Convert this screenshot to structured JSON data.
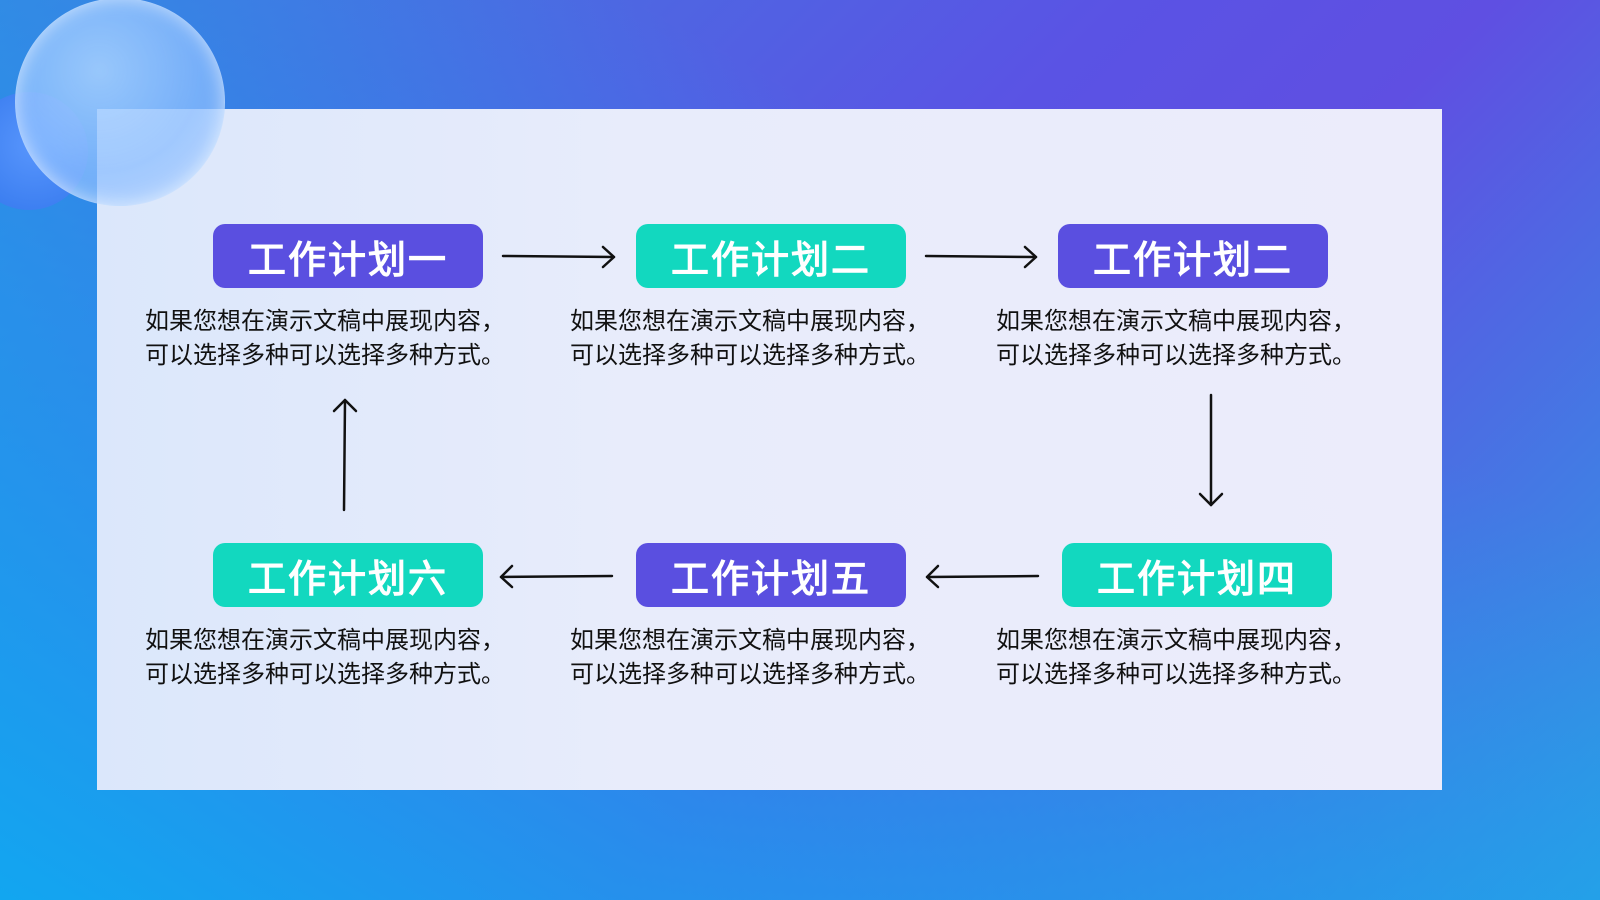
{
  "colors": {
    "purple": "#5a4fe0",
    "teal": "#12d8bf",
    "panel": "#e8ecfb",
    "arrow": "#111111"
  },
  "steps": [
    {
      "label": "工作计划一",
      "color": "purple",
      "line1": "如果您想在演示文稿中展现内容，",
      "line2": "可以选择多种可以选择多种方式。"
    },
    {
      "label": "工作计划二",
      "color": "teal",
      "line1": "如果您想在演示文稿中展现内容，",
      "line2": "可以选择多种可以选择多种方式。"
    },
    {
      "label": "工作计划二",
      "color": "purple",
      "line1": "如果您想在演示文稿中展现内容，",
      "line2": "可以选择多种可以选择多种方式。"
    },
    {
      "label": "工作计划四",
      "color": "teal",
      "line1": "如果您想在演示文稿中展现内容，",
      "line2": "可以选择多种可以选择多种方式。"
    },
    {
      "label": "工作计划五",
      "color": "purple",
      "line1": "如果您想在演示文稿中展现内容，",
      "line2": "可以选择多种可以选择多种方式。"
    },
    {
      "label": "工作计划六",
      "color": "teal",
      "line1": "如果您想在演示文稿中展现内容，",
      "line2": "可以选择多种可以选择多种方式。"
    }
  ],
  "flow": [
    {
      "from": 0,
      "to": 1,
      "icon": "arrow-right-icon"
    },
    {
      "from": 1,
      "to": 2,
      "icon": "arrow-right-icon"
    },
    {
      "from": 2,
      "to": 3,
      "icon": "arrow-down-icon"
    },
    {
      "from": 3,
      "to": 4,
      "icon": "arrow-left-icon"
    },
    {
      "from": 4,
      "to": 5,
      "icon": "arrow-left-icon"
    },
    {
      "from": 5,
      "to": 0,
      "icon": "arrow-up-icon"
    }
  ]
}
